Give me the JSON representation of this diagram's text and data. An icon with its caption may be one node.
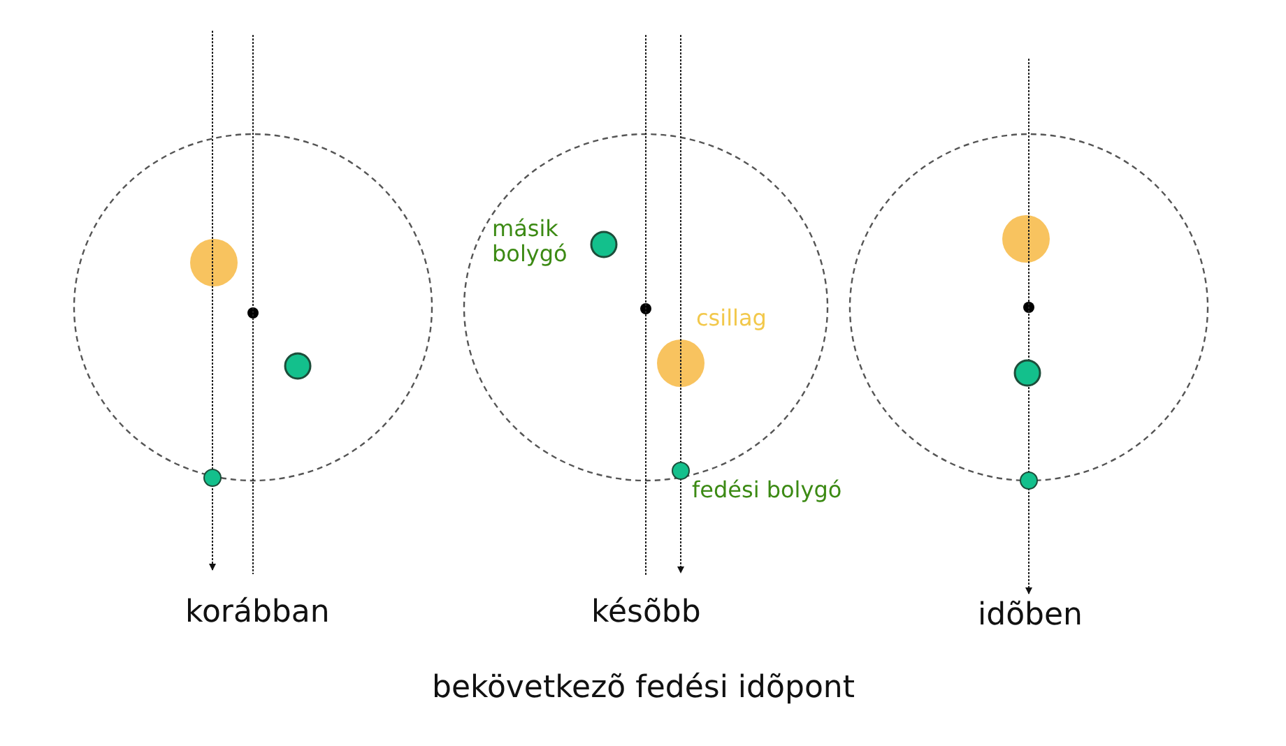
{
  "diagram": {
    "caption": "bekövetkezõ fedési idõpont",
    "labels": [
      "másik bolygó",
      "csillag",
      "fedési bolygó",
      "korábban",
      "késõbb",
      "idõben"
    ]
  }
}
